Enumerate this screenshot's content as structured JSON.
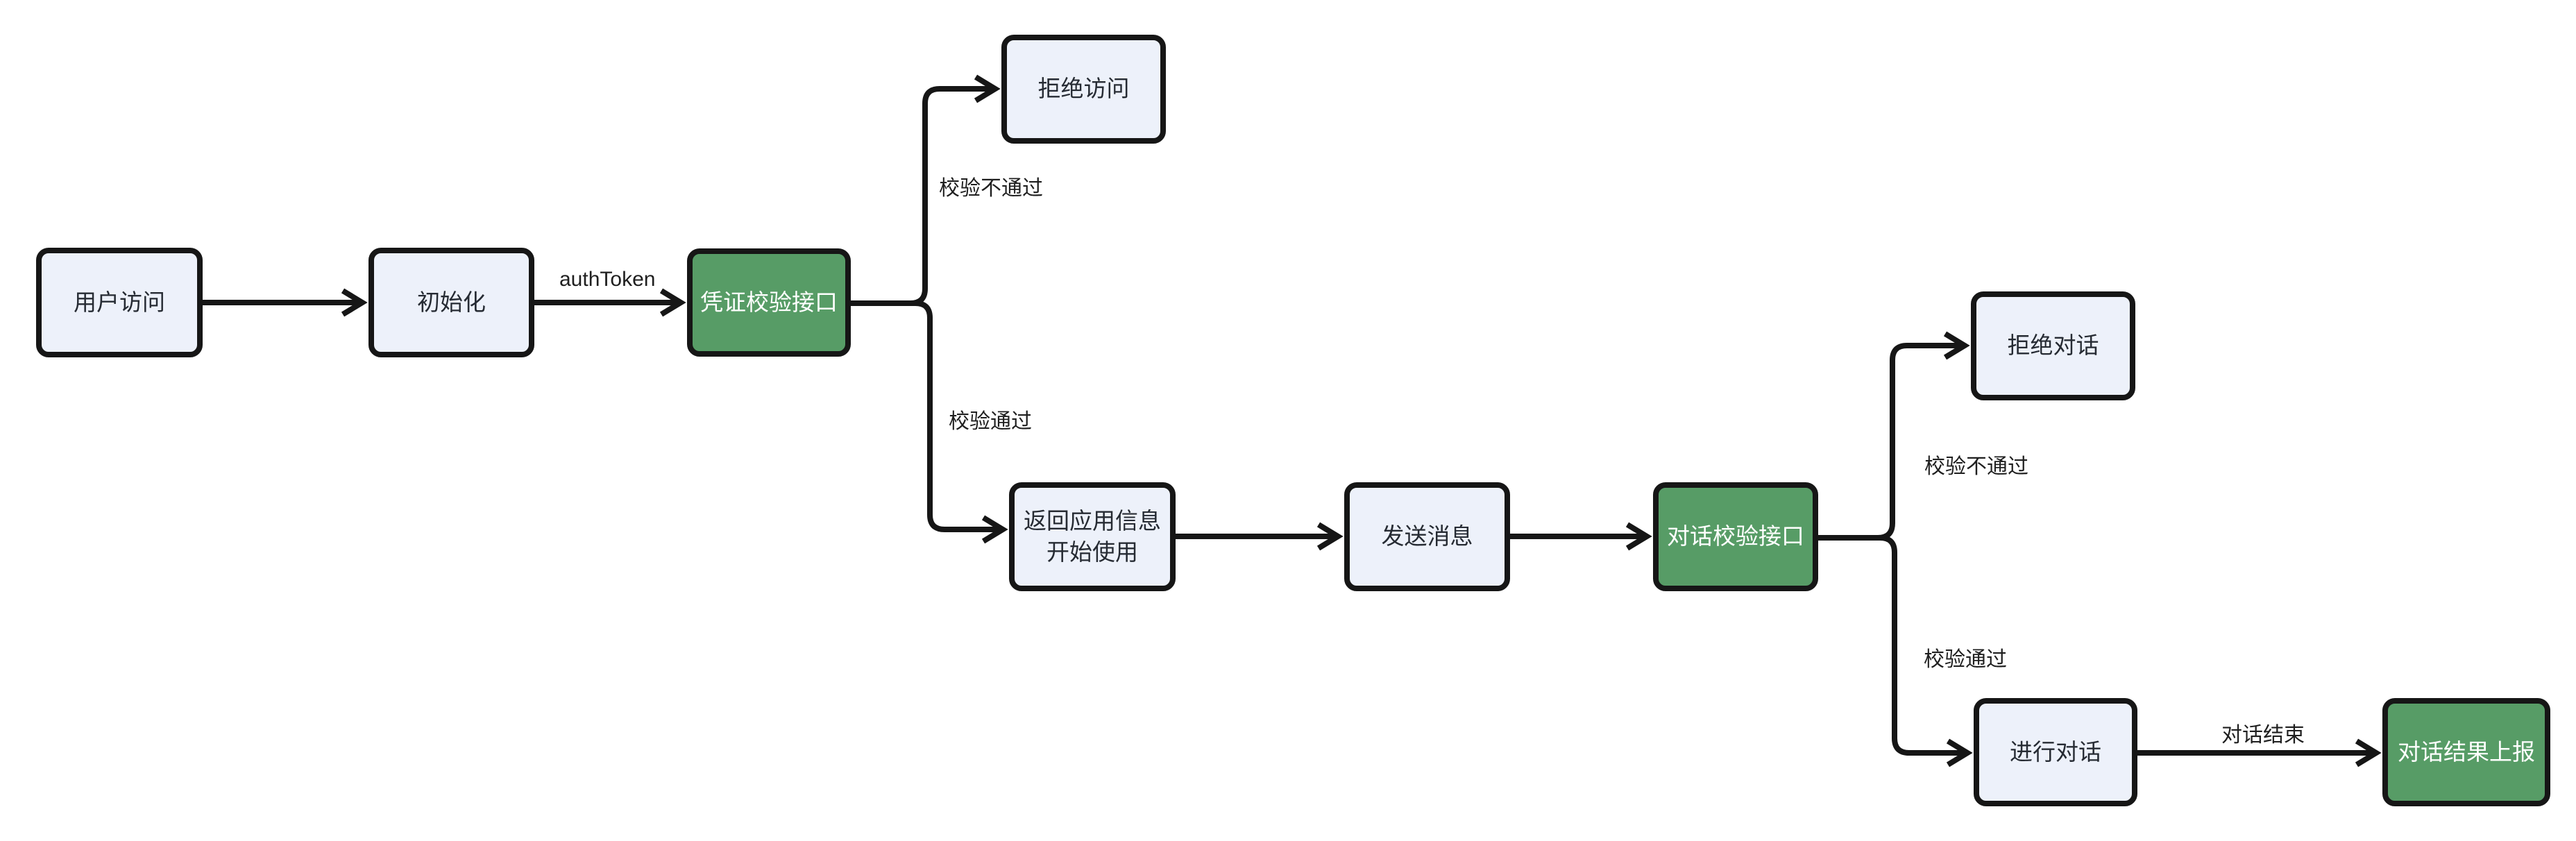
{
  "diagram": {
    "type": "flowchart",
    "direction": "left-to-right"
  },
  "colors": {
    "node_fill": "#EDF1FA",
    "node_border": "#161616",
    "accent_fill": "#579C66",
    "accent_text": "#FFFFFF",
    "node_text": "#262B33",
    "edge": "#161616",
    "edge_label_text": "#1F1F1F"
  },
  "nodes": {
    "user_access": {
      "label": "用户访问",
      "type": "default"
    },
    "init": {
      "label": "初始化",
      "type": "default"
    },
    "credential_check_api": {
      "label": "凭证校验接口",
      "type": "accent"
    },
    "deny_access": {
      "label": "拒绝访问",
      "type": "default"
    },
    "return_app_info": {
      "label": "返回应用信息\n开始使用",
      "type": "default"
    },
    "send_message": {
      "label": "发送消息",
      "type": "default"
    },
    "dialog_check_api": {
      "label": "对话校验接口",
      "type": "accent"
    },
    "deny_dialog": {
      "label": "拒绝对话",
      "type": "default"
    },
    "conduct_dialog": {
      "label": "进行对话",
      "type": "default"
    },
    "report_dialog_result": {
      "label": "对话结果上报",
      "type": "accent"
    }
  },
  "edges": [
    {
      "from": "用户访问",
      "to": "初始化",
      "label": ""
    },
    {
      "from": "初始化",
      "to": "凭证校验接口",
      "label": "authToken"
    },
    {
      "from": "凭证校验接口",
      "to": "拒绝访问",
      "label": "校验不通过"
    },
    {
      "from": "凭证校验接口",
      "to": "返回应用信息 开始使用",
      "label": "校验通过"
    },
    {
      "from": "返回应用信息 开始使用",
      "to": "发送消息",
      "label": ""
    },
    {
      "from": "发送消息",
      "to": "对话校验接口",
      "label": ""
    },
    {
      "from": "对话校验接口",
      "to": "拒绝对话",
      "label": "校验不通过"
    },
    {
      "from": "对话校验接口",
      "to": "进行对话",
      "label": "校验通过"
    },
    {
      "from": "进行对话",
      "to": "对话结果上报",
      "label": "对话结束"
    }
  ]
}
